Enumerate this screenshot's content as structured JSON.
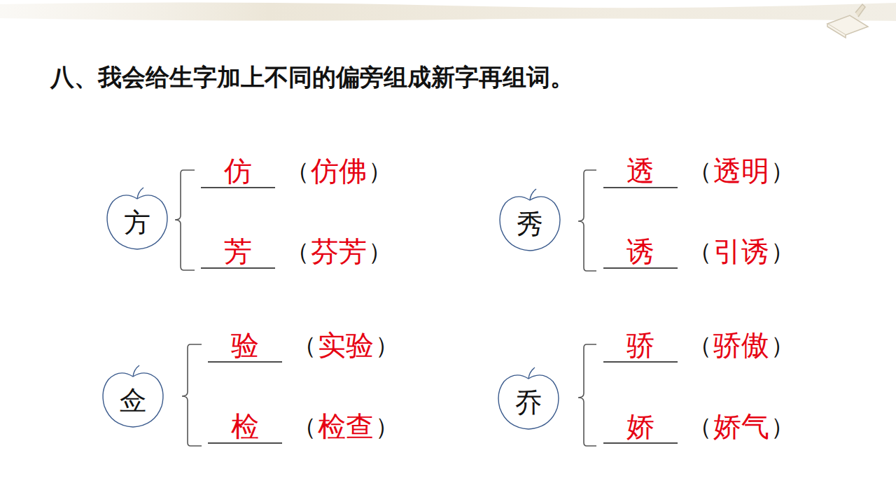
{
  "diagram": {
    "title": "八、我会给生字加上不同的偏旁组成新字再组词。",
    "nodes": [
      {
        "text": [
          "方"
        ]
      },
      {
        "text": [
          "秀"
        ]
      },
      {
        "text": [
          "佥"
        ]
      },
      {
        "text": [
          "乔"
        ]
      }
    ],
    "labels": [
      "仿",
      "（",
      "仿佛",
      "）",
      "芳",
      "（",
      "芬芳",
      "）",
      "透",
      "（",
      "透明",
      "）",
      "诱",
      "（",
      "引诱",
      "）",
      "验",
      "（",
      "实验",
      "）",
      "检",
      "（",
      "检查",
      "）",
      "骄",
      "（",
      "骄傲",
      "）",
      "娇",
      "（",
      "娇气",
      "）"
    ]
  }
}
